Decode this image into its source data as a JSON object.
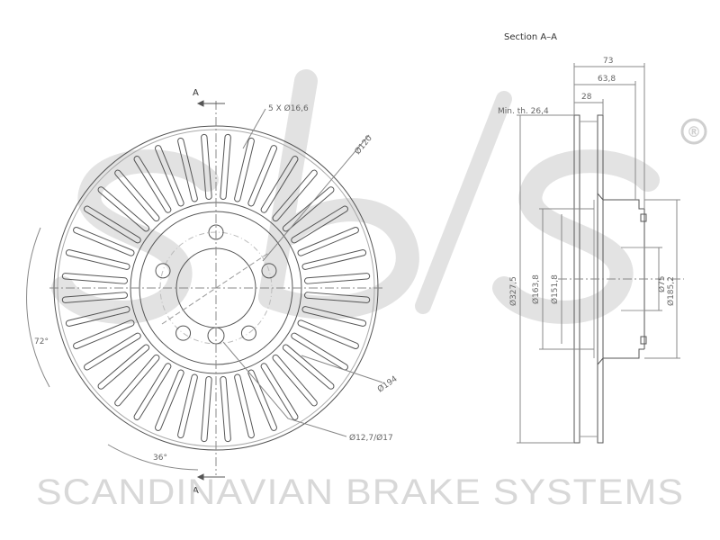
{
  "watermark": {
    "logo": "sbs",
    "registered_mark": "®",
    "tagline": "SCANDINAVIAN BRAKE SYSTEMS"
  },
  "front_view": {
    "section_marker": "A",
    "bolt_holes_label": "5 X Ø16,6",
    "pcd_label": "Ø120",
    "dia_194_label": "Ø194",
    "hole_label": "Ø12,7/Ø17",
    "angle_72_label": "72°",
    "angle_36_label": "36°",
    "bolt_hole_count": 5,
    "vane_count": 40
  },
  "section_view": {
    "title": "Section  A–A",
    "min_thickness_label": "Min. th.  26,4",
    "dim_73": "73",
    "dim_63_8": "63,8",
    "dim_28": "28",
    "dia_327_5": "Ø327,5",
    "dia_163_8": "Ø163,8",
    "dia_151_8": "Ø151,8",
    "dia_75": "Ø75",
    "dia_185_2": "Ø185,2"
  },
  "colors": {
    "line": "#555555",
    "thin": "#888888",
    "watermark": "#d9d9d9"
  }
}
